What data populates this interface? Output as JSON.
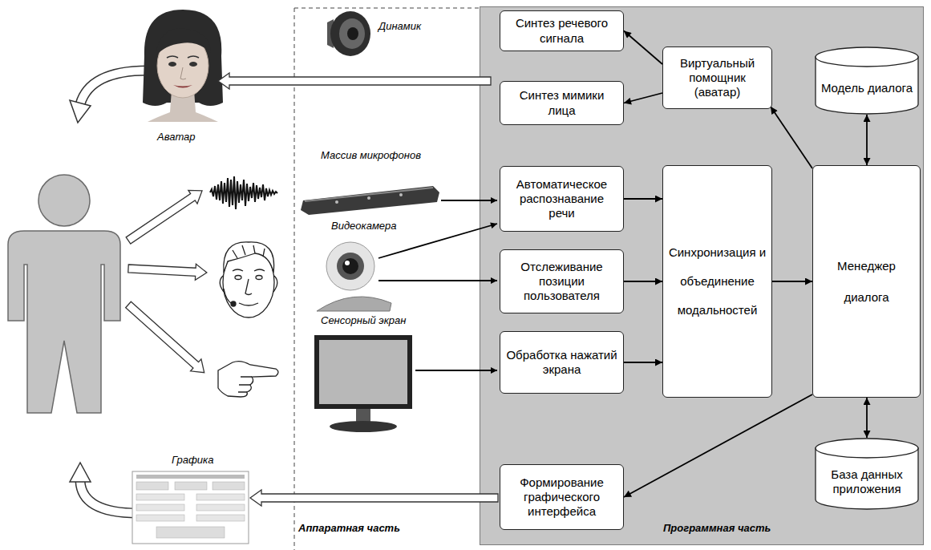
{
  "diagram": {
    "nodes": [
      {
        "text": [
          "Программная часть"
        ]
      },
      {
        "text": [
          "Синтез речевого сигнала"
        ],
        "in": 0
      },
      {
        "text": [
          "Синтез мимики лица"
        ],
        "in": 0
      },
      {
        "text": [
          "Виртуальный помощник (аватар)"
        ],
        "in": 0
      },
      {
        "text": [
          "Модель диалога"
        ],
        "in": 0
      },
      {
        "text": [
          "Автоматическое распознавание речи"
        ],
        "in": 0
      },
      {
        "text": [
          "Отслеживание позиции пользователя"
        ],
        "in": 0
      },
      {
        "text": [
          "Синхронизация и объединение модальностей"
        ],
        "in": 0
      },
      {
        "text": [
          "Менеджер диалога"
        ],
        "in": 0
      },
      {
        "text": [
          "Обработка нажатий экрана"
        ],
        "in": 0
      },
      {
        "text": [
          "Формирование графического интерфейса"
        ],
        "in": 0
      },
      {
        "text": [
          "База данных приложения"
        ],
        "in": 0
      }
    ],
    "edges": [
      {
        "from": 3,
        "to": 1,
        "arrow": "to"
      },
      {
        "from": 3,
        "to": 2,
        "arrow": "to"
      },
      {
        "from": 8,
        "to": 3,
        "arrow": "to"
      },
      {
        "from": 8,
        "to": 4,
        "arrow": "both"
      },
      {
        "from": 5,
        "to": 7,
        "arrow": "to"
      },
      {
        "from": 6,
        "to": 7,
        "arrow": "to"
      },
      {
        "from": 7,
        "to": 8,
        "arrow": "to"
      },
      {
        "from": 9,
        "to": 7,
        "arrow": "to"
      },
      {
        "from": 8,
        "to": 11,
        "arrow": "both"
      },
      {
        "from": 8,
        "to": 10,
        "arrow": "to"
      }
    ],
    "labels": [
      "Аватар",
      "Динамик",
      "Массив микрофонов",
      "Видеокамера",
      "Сенсорный экран",
      "Графика",
      "Аппаратная часть"
    ]
  }
}
